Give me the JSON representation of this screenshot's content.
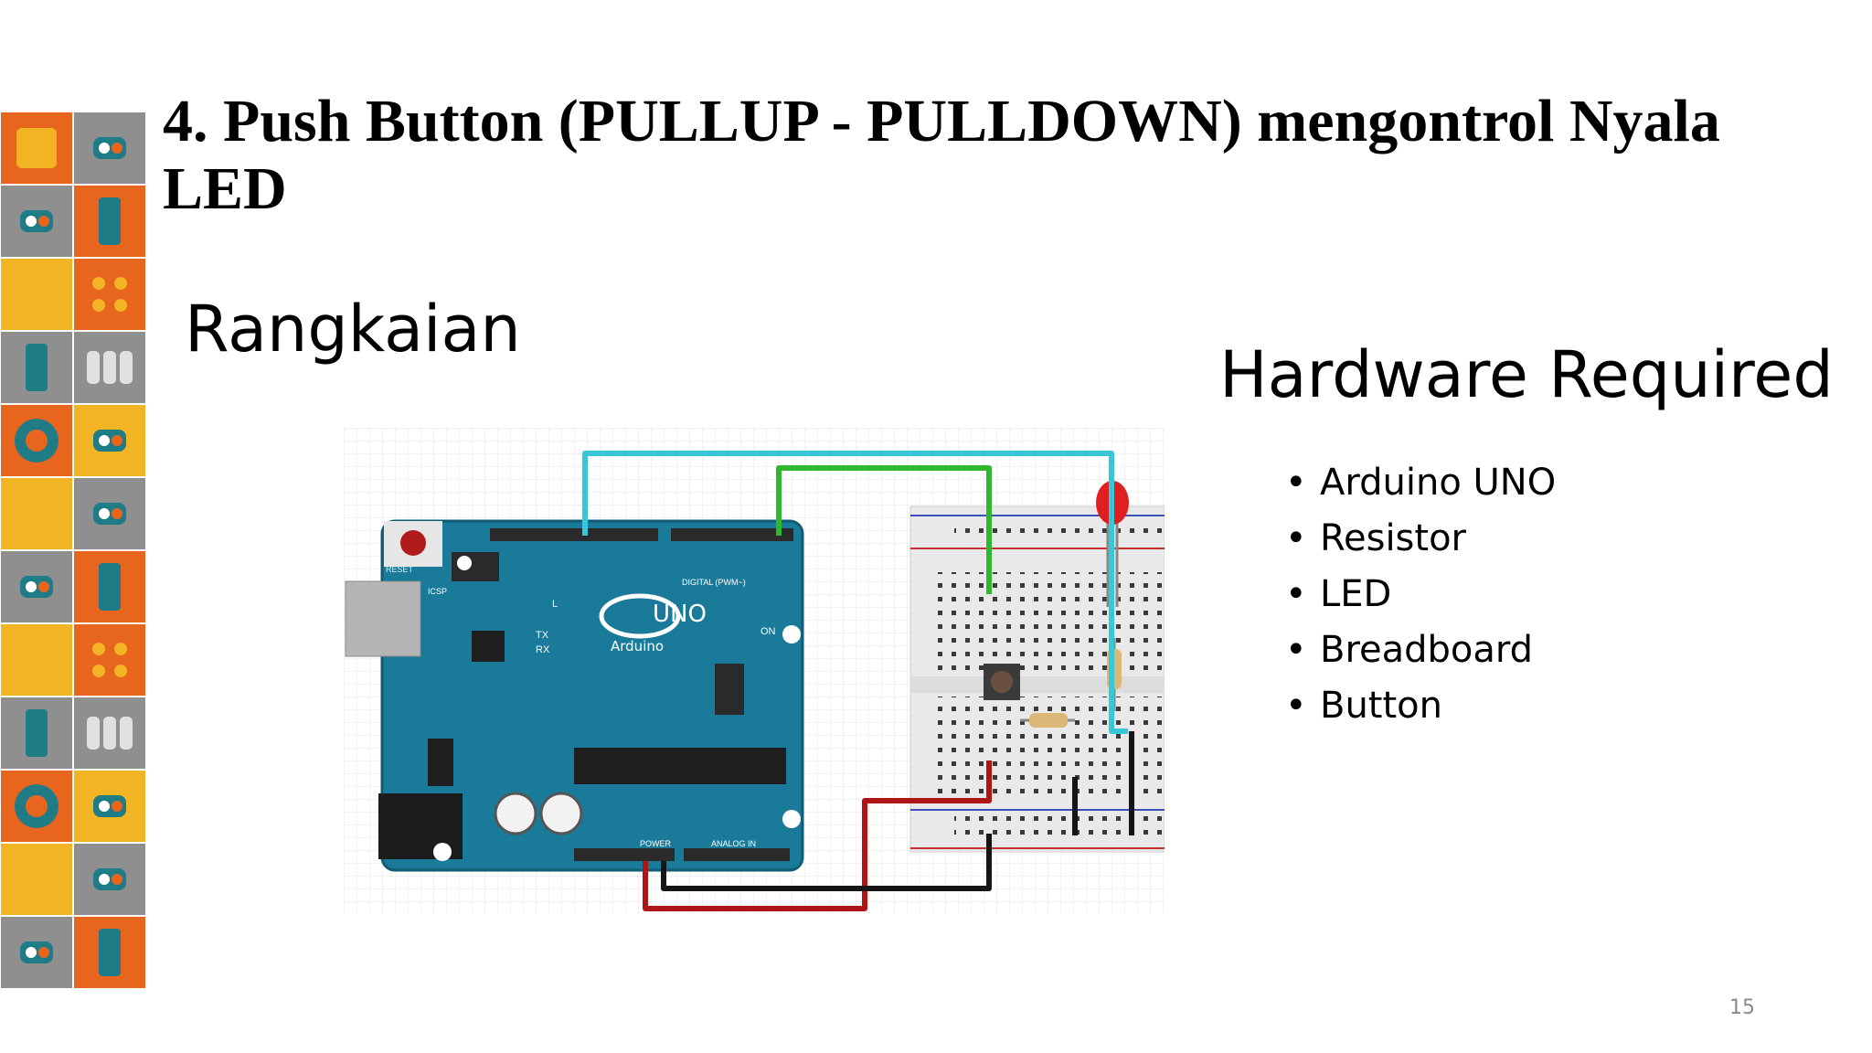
{
  "slide": {
    "title": "4. Push Button (PULLUP - PULLDOWN) mengontrol Nyala LED",
    "section_heading": "Rangkaian",
    "page_number": "15"
  },
  "hardware": {
    "heading": "Hardware Required",
    "bullet": "•",
    "items": [
      "Arduino UNO",
      "Resistor",
      "LED",
      "Breadboard",
      "Button"
    ]
  },
  "circuit": {
    "board_logo": "UNO",
    "board_brand": "Arduino",
    "reset_label": "RESET",
    "icsp_label": "ICSP",
    "digital_label": "DIGITAL (PWM~)",
    "power_label": "POWER",
    "analog_label": "ANALOG IN",
    "tx_label": "TX",
    "rx_label": "RX",
    "l_label": "L",
    "on_label": "ON"
  },
  "colors": {
    "board": "#1a7a9a",
    "wire_cyan": "#36c8d8",
    "wire_green": "#2fb82f",
    "wire_red": "#b01515",
    "wire_black": "#151515",
    "led": "#e02020",
    "deco_orange": "#e8651e",
    "deco_yellow": "#f3b424",
    "deco_teal": "#1f7b86",
    "deco_gray": "#8f8f8f"
  },
  "decoration": {
    "tile_icons": [
      "chip-icon",
      "switch-icon",
      "switch-icon",
      "ic-icon",
      "chip-icon",
      "dots-icon",
      "ic-icon",
      "resistor-array-icon",
      "circle-icon",
      "switch-icon",
      "chip-icon",
      "switch-icon",
      "switch-icon",
      "ic-icon",
      "chip-icon",
      "dots-icon",
      "ic-icon",
      "resistor-array-icon",
      "circle-icon",
      "switch-icon",
      "chip-icon",
      "switch-icon",
      "switch-icon",
      "ic-icon"
    ]
  }
}
